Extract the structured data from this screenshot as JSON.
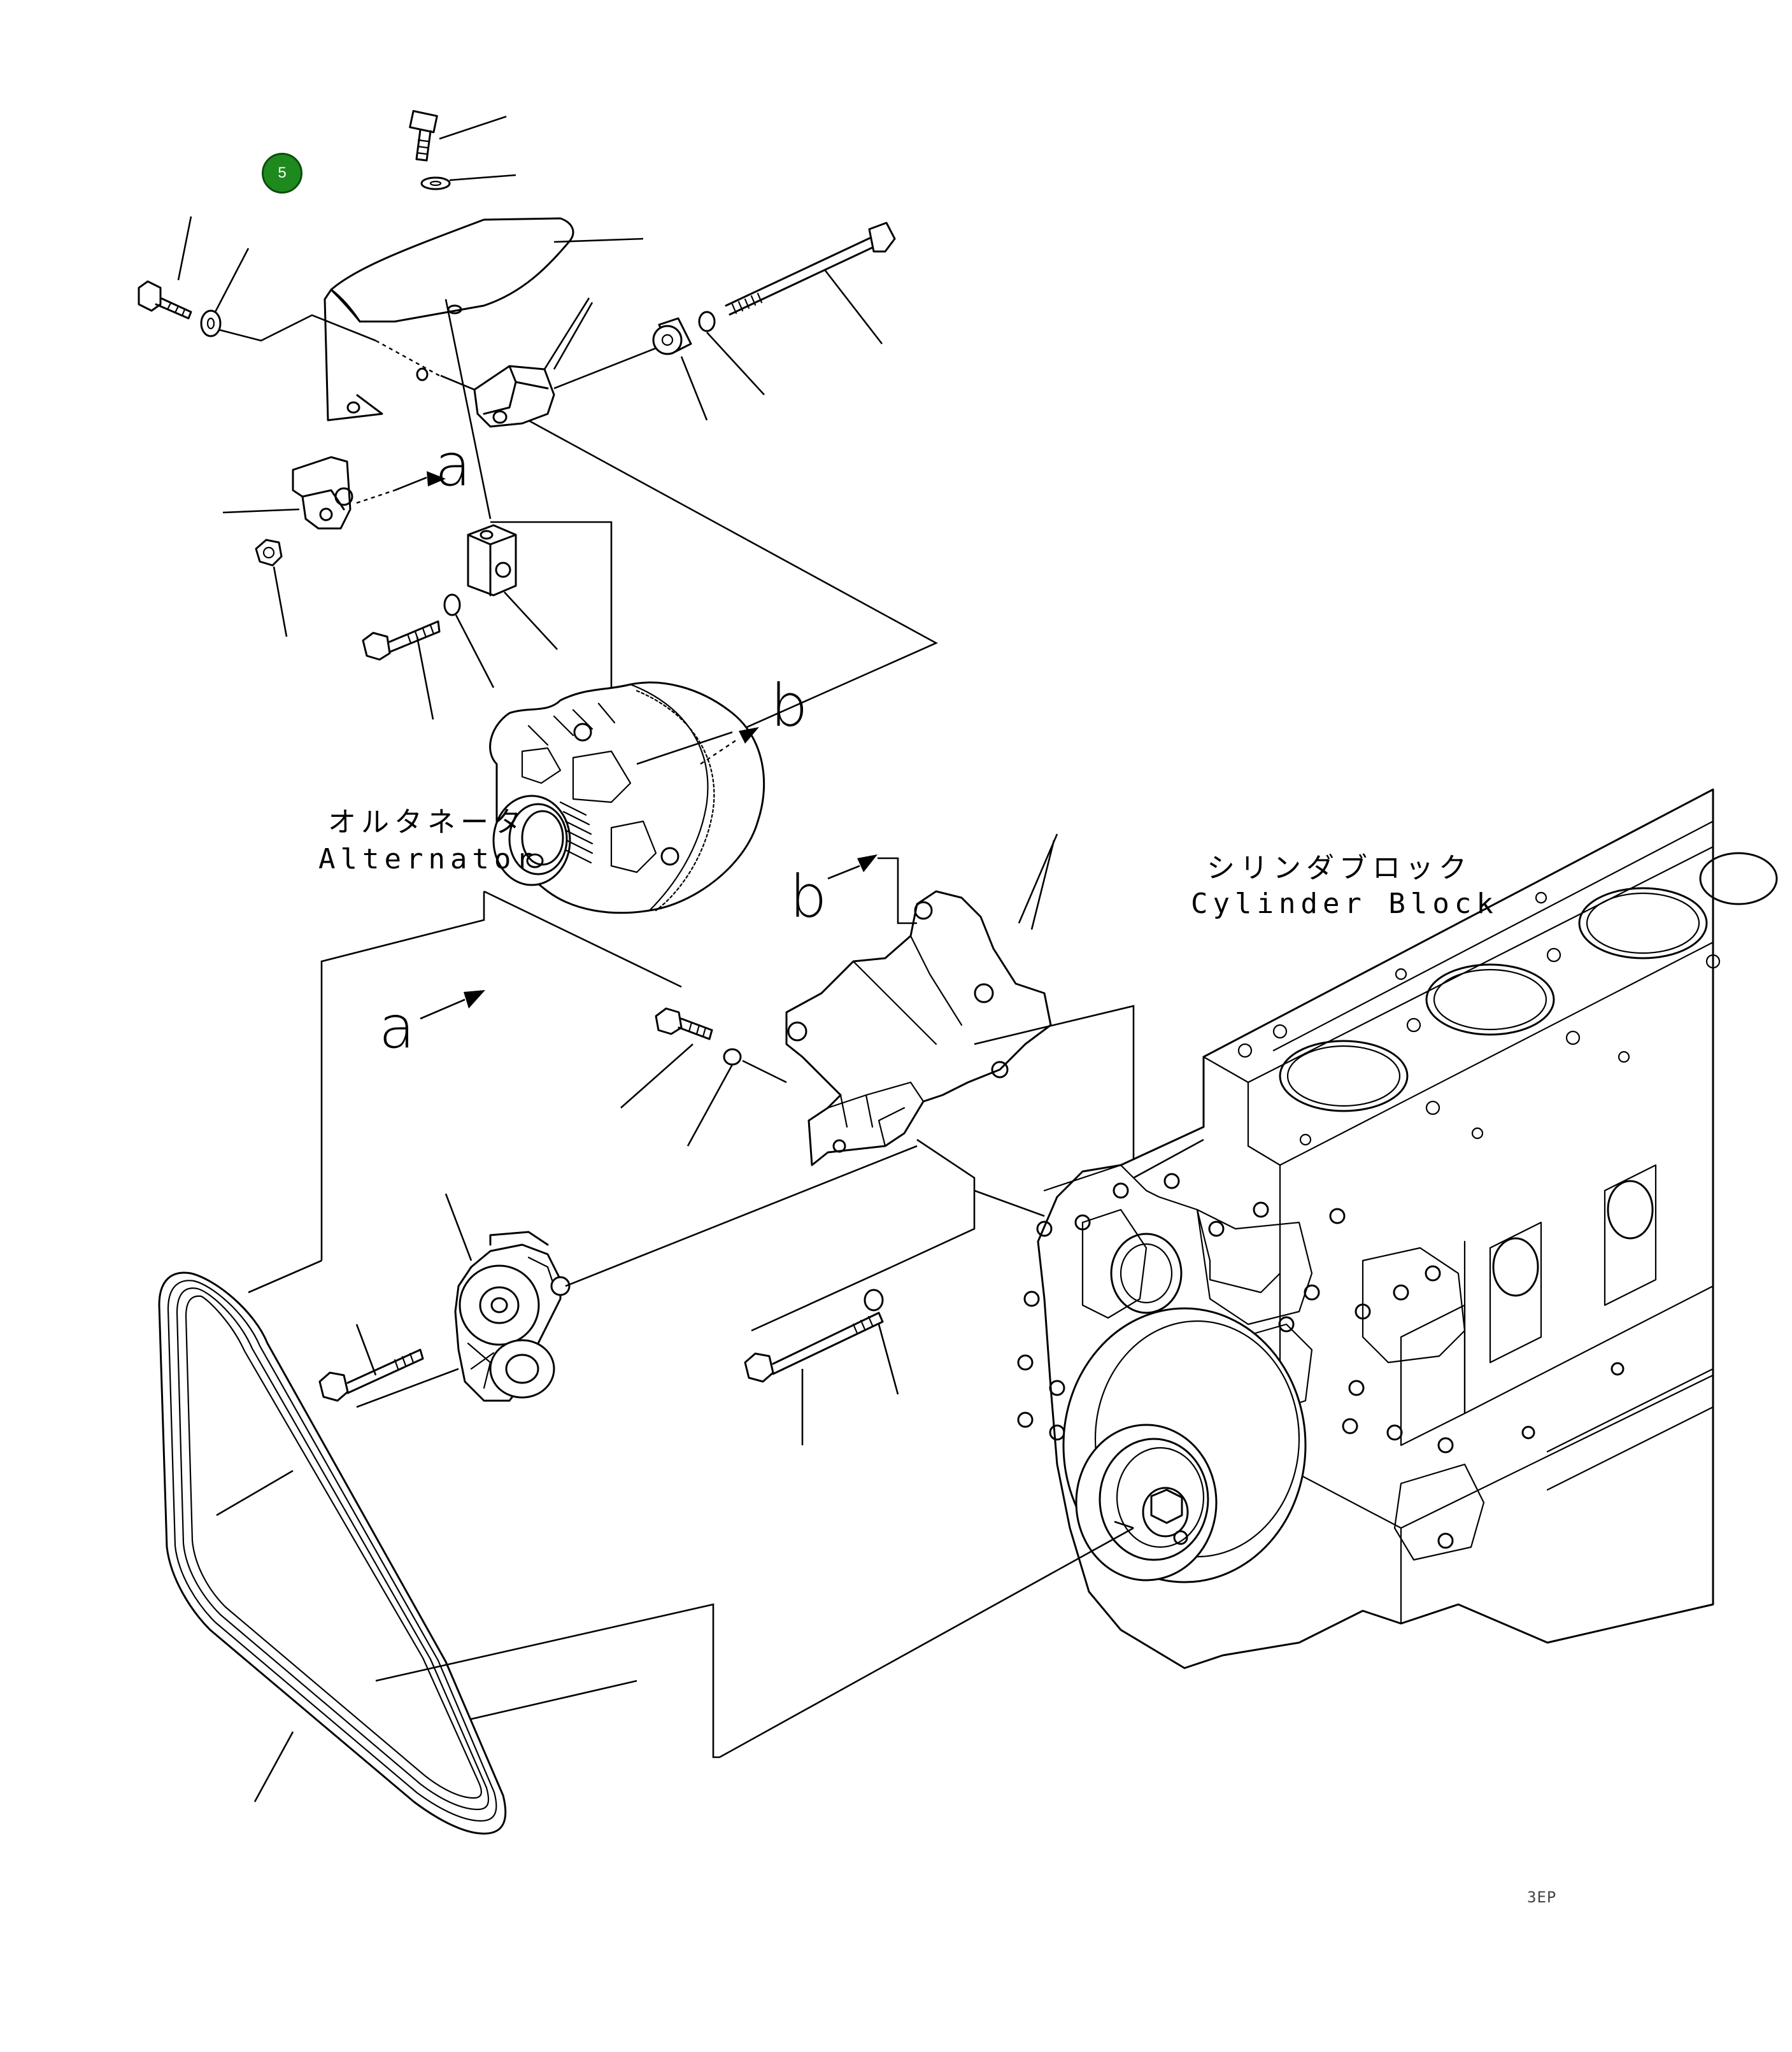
{
  "badge": {
    "number": "5",
    "color": "#1e8a1e"
  },
  "labels": {
    "alternator_jp": "オルタネータ",
    "alternator_en": "Alternator",
    "cylinder_block_jp": "シリンダブロック",
    "cylinder_block_en": "Cylinder Block"
  },
  "view_markers": {
    "a_top": "a",
    "b_top": "b",
    "b_bracket": "b",
    "a_left": "a"
  },
  "drawing_code": "3EP"
}
